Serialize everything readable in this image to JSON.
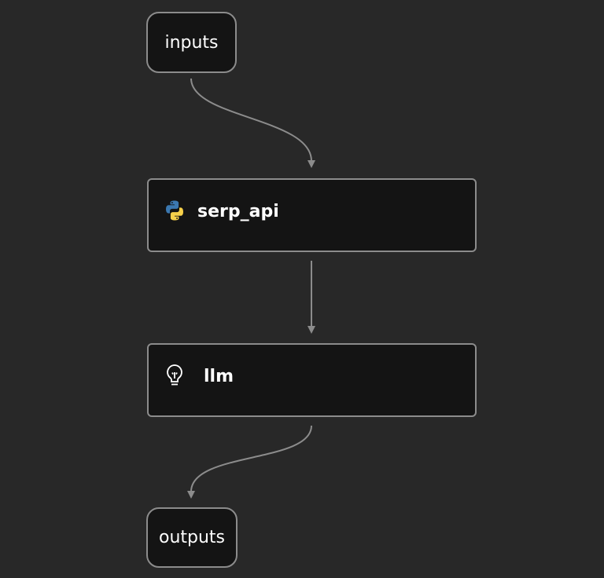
{
  "nodes": {
    "inputs": {
      "label": "inputs"
    },
    "serp_api": {
      "label": "serp_api",
      "icon": "python-icon"
    },
    "llm": {
      "label": "llm",
      "icon": "lightbulb-icon"
    },
    "outputs": {
      "label": "outputs"
    }
  },
  "edges": [
    {
      "from": "inputs",
      "to": "serp_api"
    },
    {
      "from": "serp_api",
      "to": "llm"
    },
    {
      "from": "llm",
      "to": "outputs"
    }
  ],
  "colors": {
    "background": "#282828",
    "node": "#141414",
    "border": "#8c8c8c",
    "edge": "#8c8c8c"
  }
}
